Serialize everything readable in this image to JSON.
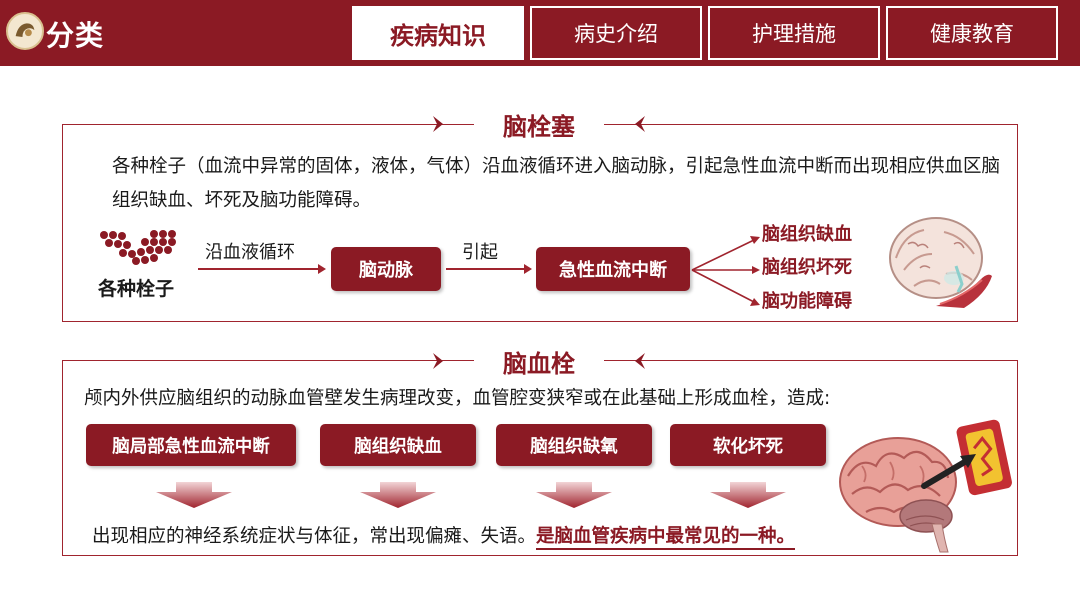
{
  "header": {
    "brand": "分类",
    "tabs": [
      {
        "label": "疾病知识",
        "active": true
      },
      {
        "label": "病史介绍",
        "active": false
      },
      {
        "label": "护理措施",
        "active": false
      },
      {
        "label": "健康教育",
        "active": false
      }
    ]
  },
  "colors": {
    "primary": "#8b1a24",
    "accent": "#a0242e",
    "background": "#ffffff"
  },
  "section1": {
    "title": "脑栓塞",
    "description": "各种栓子（血流中异常的固体，液体，气体）沿血液循环进入脑动脉，引起急性血流中断而出现相应供血区脑组织缺血、坏死及脑功能障碍。",
    "particle_label": "各种栓子",
    "step1_label": "沿血液循环",
    "box1": "脑动脉",
    "step2_label": "引起",
    "box2": "急性血流中断",
    "results": [
      "脑组织缺血",
      "脑组织坏死",
      "脑功能障碍"
    ]
  },
  "section2": {
    "title": "脑血栓",
    "description": "颅内外供应脑组织的动脉血管壁发生病理改变，血管腔变狭窄或在此基础上形成血栓，造成:",
    "boxes": [
      "脑局部急性血流中断",
      "脑组织缺血",
      "脑组织缺氧",
      "软化坏死"
    ],
    "conclusion": "出现相应的神经系统症状与体征，常出现偏瘫、失语。",
    "highlight": "是脑血管疾病中最常见的一种。"
  },
  "icons": {
    "logo": "logo-emblem-icon",
    "chevron_right": "chevron-right-icon",
    "chevron_left": "chevron-left-icon",
    "emboli": "emboli-dots-icon",
    "brain_section": "brain-cross-section-image",
    "brain_thrombus": "brain-thrombus-image",
    "down_arrow": "down-arrow-icon"
  }
}
